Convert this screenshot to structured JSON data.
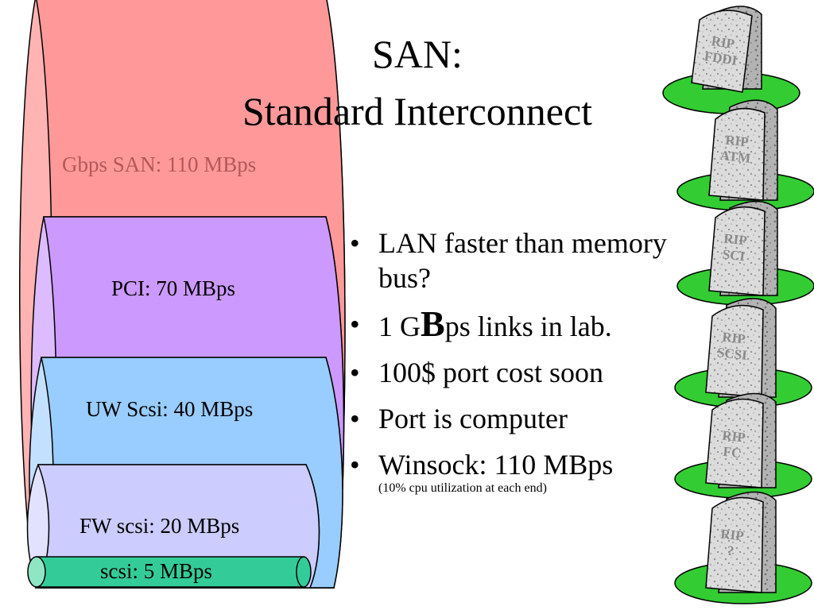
{
  "title": {
    "line1": "SAN:",
    "line2": "Standard Interconnect"
  },
  "tubes": {
    "san": "Gbps SAN: 110 MBps",
    "pci": "PCI: 70 MBps",
    "uw": "UW Scsi: 40 MBps",
    "fw": "FW scsi: 20 MBps",
    "scsi": "scsi: 5 MBps"
  },
  "bullets": {
    "b1": "LAN faster than memory bus?",
    "b2_pre": "1 G",
    "b2_bold": "B",
    "b2_post": "ps links in lab.",
    "b3": "100$ port cost soon",
    "b4": "Port is computer",
    "b5": "Winsock: 110 MBps",
    "b5_note": "(10% cpu utilization at each end)"
  },
  "tombstones": {
    "t1": {
      "line1": "RIP",
      "line2": "FDDI"
    },
    "t2": {
      "line1": "RIP",
      "line2": "ATM"
    },
    "t3": {
      "line1": "RIP",
      "line2": "SCI"
    },
    "t4": {
      "line1": "RIP",
      "line2": "SCSI"
    },
    "t5": {
      "line1": "RIP",
      "line2": "FC"
    },
    "t6": {
      "line1": "RIP",
      "line2": "?"
    }
  },
  "colors": {
    "san": "#ff9999",
    "pci": "#cc99ff",
    "uw": "#99ccff",
    "fw": "#ccccff",
    "scsi": "#33cc99",
    "grass": "#33cc33",
    "stone": "#d9d9d9"
  }
}
